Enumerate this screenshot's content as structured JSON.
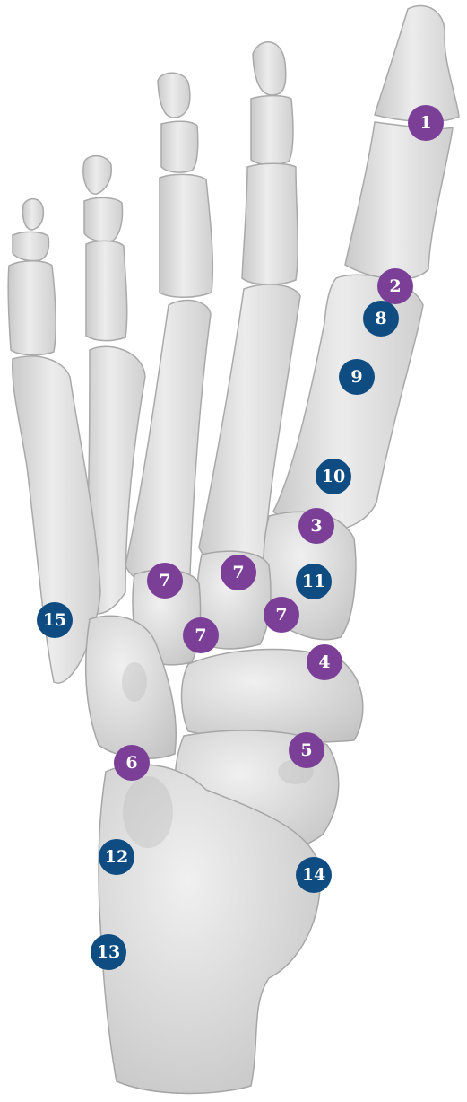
{
  "colors": {
    "purple_marker": "#7b3f98",
    "blue_marker": "#0f4c81",
    "bone": "#e6e6e6",
    "bone_shadow": "#bdbdbd"
  },
  "markers": [
    {
      "label": "1",
      "color": "purple"
    },
    {
      "label": "2",
      "color": "purple"
    },
    {
      "label": "8",
      "color": "blue"
    },
    {
      "label": "9",
      "color": "blue"
    },
    {
      "label": "10",
      "color": "blue"
    },
    {
      "label": "3",
      "color": "purple"
    },
    {
      "label": "7",
      "color": "purple"
    },
    {
      "label": "7",
      "color": "purple"
    },
    {
      "label": "11",
      "color": "blue"
    },
    {
      "label": "7",
      "color": "purple"
    },
    {
      "label": "7",
      "color": "purple"
    },
    {
      "label": "15",
      "color": "blue"
    },
    {
      "label": "4",
      "color": "purple"
    },
    {
      "label": "5",
      "color": "purple"
    },
    {
      "label": "6",
      "color": "purple"
    },
    {
      "label": "12",
      "color": "blue"
    },
    {
      "label": "14",
      "color": "blue"
    },
    {
      "label": "13",
      "color": "blue"
    }
  ]
}
